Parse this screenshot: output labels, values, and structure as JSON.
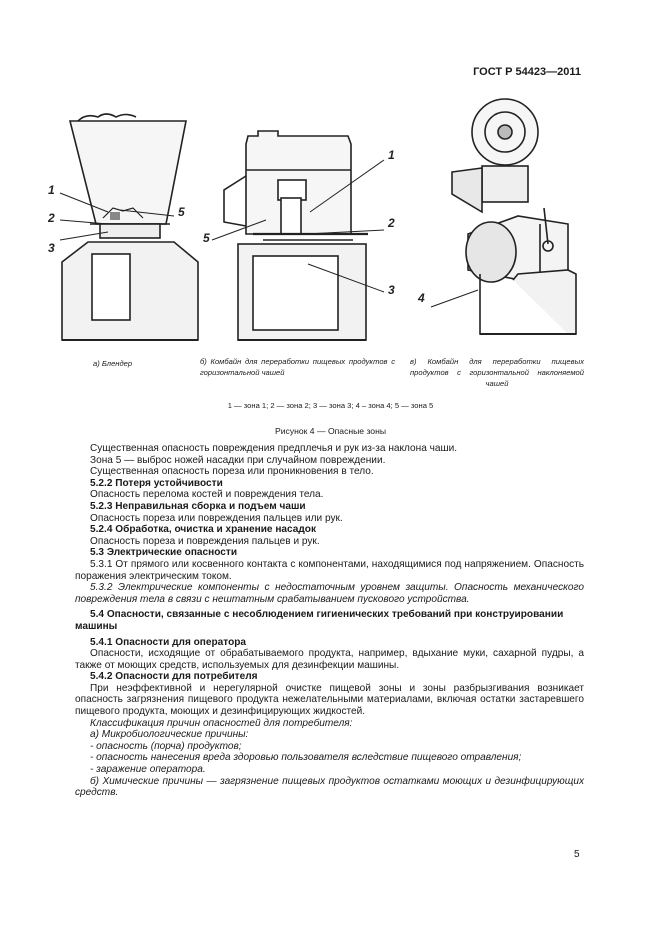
{
  "header": {
    "doc_id": "ГОСТ Р 54423—2011"
  },
  "figure": {
    "labels": {
      "a1": "1",
      "a2": "2",
      "a3": "3",
      "a5": "5",
      "b1": "1",
      "b2": "2",
      "b3": "3",
      "b5": "5",
      "c4": "4"
    },
    "captions": {
      "a": "а) Блендер",
      "b": "б) Комбайн для переработки пищевых продуктов с горизонтальной чашей",
      "c": "в) Комбайн для переработки пищевых продуктов с горизонтальной наклоняемой чашей"
    },
    "legend": "1 — зона 1; 2 — зона 2; 3 — зона 3; 4 – зона 4; 5 — зона 5",
    "title": "Рисунок 4 — Опасные зоны"
  },
  "body": {
    "p1": "Существенная опасность повреждения предплечья и рук из-за наклона чаши.",
    "p2": "Зона 5 — выброс ножей насадки при случайном повреждении.",
    "p3": "Существенная опасность пореза или проникновения в тело.",
    "h522": "5.2.2 Потеря устойчивости",
    "p4": "Опасность перелома костей и повреждения тела.",
    "h523": "5.2.3 Неправильная сборка и подъем чаши",
    "p5": "Опасность пореза или повреждения пальцев или рук.",
    "h524": "5.2.4 Обработка, очистка и хранение насадок",
    "p6": "Опасность пореза и повреждения пальцев и рук.",
    "h53": "5.3 Электрические опасности",
    "p531": "5.3.1 От прямого или косвенного контакта с компонентами, находящимися под напряжением. Опасность поражения электрическим током.",
    "p532": "5.3.2 Электрические компоненты с недостаточным уровнем защиты. Опасность механического повреждения тела в связи с нештатным срабатыванием пускового устройства.",
    "h54": "5.4 Опасности, связанные с несоблюдением гигиенических требований при конструировании машины",
    "h541": "5.4.1 Опасности для оператора",
    "p541": "Опасности, исходящие от обрабатываемого продукта, например, вдыхание муки, сахарной пудры, а также от моющих средств, используемых для дезинфекции машины.",
    "h542": "5.4.2 Опасности для потребителя",
    "p542": "При неэффективной и нерегулярной очистке пищевой зоны и зоны разбрызгивания возникает опасность загрязнения пищевого продукта нежелательными материалами, включая остатки застаревшего пищевого продукта, моющих и дезинфицирующих жидкостей.",
    "class": "Классификация причин опасностей для потребителя:",
    "la": "а) Микробиологические причины:",
    "l1": "- опасность (порча) продуктов;",
    "l2": "- опасность нанесения вреда здоровью пользователя вследствие пищевого отравления;",
    "l3": "- заражение оператора.",
    "lb": "б) Химические причины — загрязнение пищевых продуктов остатками моющих и дезинфицирующих средств."
  },
  "page_number": "5"
}
